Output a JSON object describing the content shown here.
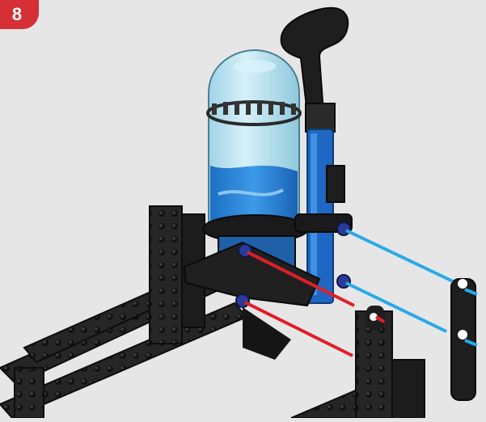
{
  "step": {
    "number": "8"
  },
  "colors": {
    "background": "#e6e6e6",
    "badge": "#d62f36",
    "frame": "#1f1f1f",
    "bottle_glass": "#bfe6f2",
    "water": "#2f8fe0",
    "connector_blue": "#29a9e8",
    "connector_red": "#e01e2b",
    "peg": "#2a3a9a"
  },
  "illustration": {
    "parts": [
      "water-bottle",
      "pump-handle",
      "frame-base",
      "vertical-connector-rods",
      "blue-guide-lines",
      "red-guide-lines"
    ]
  }
}
